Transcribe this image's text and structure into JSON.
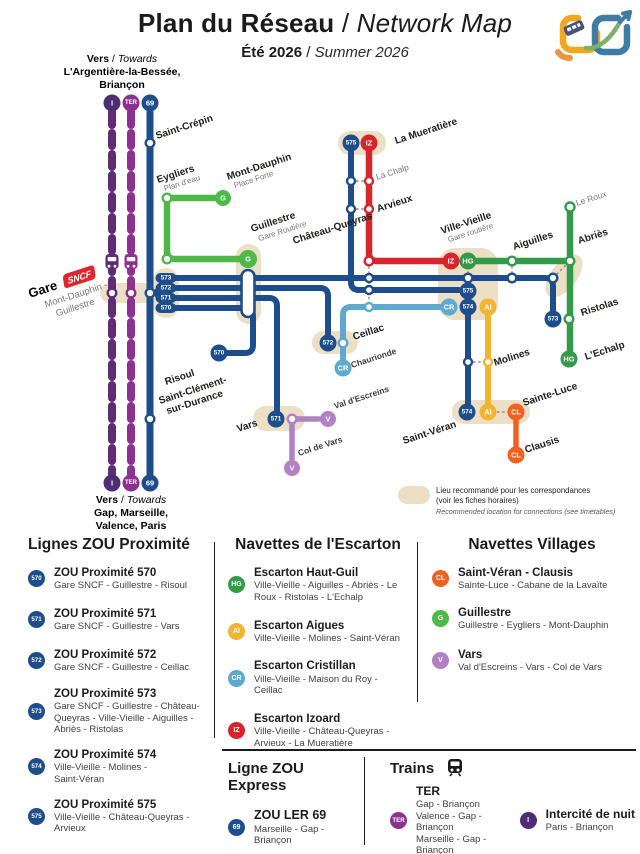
{
  "sep": " / ",
  "header": {
    "title_fr": "Plan du Réseau",
    "title_en": "Network Map",
    "subtitle_fr": "Été 2026",
    "subtitle_en": "Summer 2026"
  },
  "colors": {
    "zou_blue": "#1e4d8b",
    "escarton_hautguil_green": "#339a48",
    "escarton_aigues_yellow": "#f3b431",
    "escarton_cristillan_lightblue": "#5ea9cf",
    "escarton_izoard_red": "#d6262c",
    "village_clausis_orange": "#f16122",
    "village_guillestre_green": "#4eb849",
    "village_vars_purple": "#b181c4",
    "ter_purple": "#8c3190",
    "intercite_purple": "#4f2d75",
    "connection_beige": "#ebdfc6",
    "sncf_red": "#e0252e"
  },
  "badges": {
    "i": "I",
    "ter": "TER",
    "b69": "69",
    "b570": "570",
    "b571": "571",
    "b572": "572",
    "b573": "573",
    "b574": "574",
    "b575": "575",
    "hg": "HG",
    "ai": "AI",
    "cr": "CR",
    "iz": "IZ",
    "cl": "CL",
    "g": "G",
    "v": "V"
  },
  "map": {
    "towards_top": {
      "vers": "Vers",
      "towards": "Towards",
      "line1": "L'Argentière-la-Bessée,",
      "line2": "Briançon"
    },
    "towards_bottom": {
      "vers": "Vers",
      "towards": "Towards",
      "line1": "Gap, Marseille,",
      "line2": "Valence, Paris"
    },
    "gare": {
      "name": "Gare",
      "operator": "SNCF",
      "line1": "Mont-Dauphin -",
      "line2": "Guillestre"
    },
    "stations": {
      "saint_crepin": "Saint-Crépin",
      "eygliers": "Eygliers",
      "eygliers_sub": "Plan d'eau",
      "mont_dauphin": "Mont-Dauphin",
      "mont_dauphin_sub": "Place Forte",
      "guillestre": "Guillestre",
      "guillestre_sub": "Gare Routière",
      "risoul": "Risoul",
      "st_clement_1": "Saint-Clément-",
      "st_clement_2": "sur-Durance",
      "vars": "Vars",
      "val_escreins": "Val d'Escreins",
      "col_vars": "Col de Vars",
      "ceillac": "Ceillac",
      "chaurionde": "Chaurionde",
      "la_mueratiere": "La Mueratière",
      "la_chalp": "La Chalp",
      "arvieux": "Arvieux",
      "chateau_queyras": "Château-Queyras",
      "ville_vieille": "Ville-Vieille",
      "ville_vieille_sub": "Gare routière",
      "aiguilles": "Aiguilles",
      "le_roux": "Le Roux",
      "abries": "Abriès",
      "ristolas": "Ristolas",
      "l_echalp": "L'Echalp",
      "molines": "Molines",
      "saint_veran": "Saint-Véran",
      "sainte_luce": "Sainte-Luce",
      "clausis": "Clausis"
    },
    "note": {
      "line1": "Lieu recommandé pour les correspondances",
      "line2": "(voir les fiches horaires)",
      "line3": "Recommended location for connections (see timetables)"
    }
  },
  "legend": {
    "proximite": {
      "title": "Lignes ZOU Proximité",
      "items": [
        {
          "badge": "570",
          "name": "ZOU Proximité 570",
          "desc": "Gare SNCF - Guillestre - Risoul"
        },
        {
          "badge": "571",
          "name": "ZOU Proximité 571",
          "desc": "Gare SNCF - Guillestre - Vars"
        },
        {
          "badge": "572",
          "name": "ZOU Proximité 572",
          "desc": "Gare SNCF - Guillestre - Ceillac"
        },
        {
          "badge": "573",
          "name": "ZOU Proximité 573",
          "desc": "Gare SNCF - Guillestre - Château-Queyras - Ville-Vieille - Aiguilles - Abriès - Ristolas"
        },
        {
          "badge": "574",
          "name": "ZOU Proximité 574",
          "desc": "Ville-Vieille - Molines - Saint-Véran"
        },
        {
          "badge": "575",
          "name": "ZOU Proximité 575",
          "desc": "Ville-Vieille - Château-Queyras - Arvieux"
        }
      ]
    },
    "escarton": {
      "title": "Navettes de l'Escarton",
      "items": [
        {
          "badge": "HG",
          "name": "Escarton Haut-Guil",
          "desc": "Ville-Vieille - Aiguilles - Abriès - Le Roux - Ristolas - L'Echalp"
        },
        {
          "badge": "AI",
          "name": "Escarton Aigues",
          "desc": "Ville-Vieille - Molines - Saint-Véran"
        },
        {
          "badge": "CR",
          "name": "Escarton Cristillan",
          "desc": "Ville-Vieille - Maison du Roy - Ceillac"
        },
        {
          "badge": "IZ",
          "name": "Escarton Izoard",
          "desc": "Ville-Vieille - Château-Queyras - Arvieux - La Mueratière"
        }
      ]
    },
    "villages": {
      "title": "Navettes Villages",
      "items": [
        {
          "badge": "CL",
          "name": "Saint-Véran - Clausis",
          "desc": "Sainte-Luce - Cabane de la Lavaïte"
        },
        {
          "badge": "G",
          "name": "Guillestre",
          "desc": "Guillestre - Eygliers - Mont-Dauphin"
        },
        {
          "badge": "V",
          "name": "Vars",
          "desc": "Val d'Escreins - Vars - Col de Vars"
        }
      ]
    },
    "express": {
      "title": "Ligne ZOU Express",
      "badge": "69",
      "name": "ZOU LER 69",
      "desc": "Marseille - Gap - Briançon"
    },
    "trains": {
      "title": "Trains",
      "ter": {
        "badge": "TER",
        "name": "TER",
        "desc1": "Gap - Briançon",
        "desc2": "Valence - Gap - Briançon",
        "desc3": "Marseille - Gap - Briançon"
      },
      "intercite": {
        "badge": "I",
        "name": "Intercité de nuit",
        "desc": "Paris - Briançon"
      }
    }
  }
}
